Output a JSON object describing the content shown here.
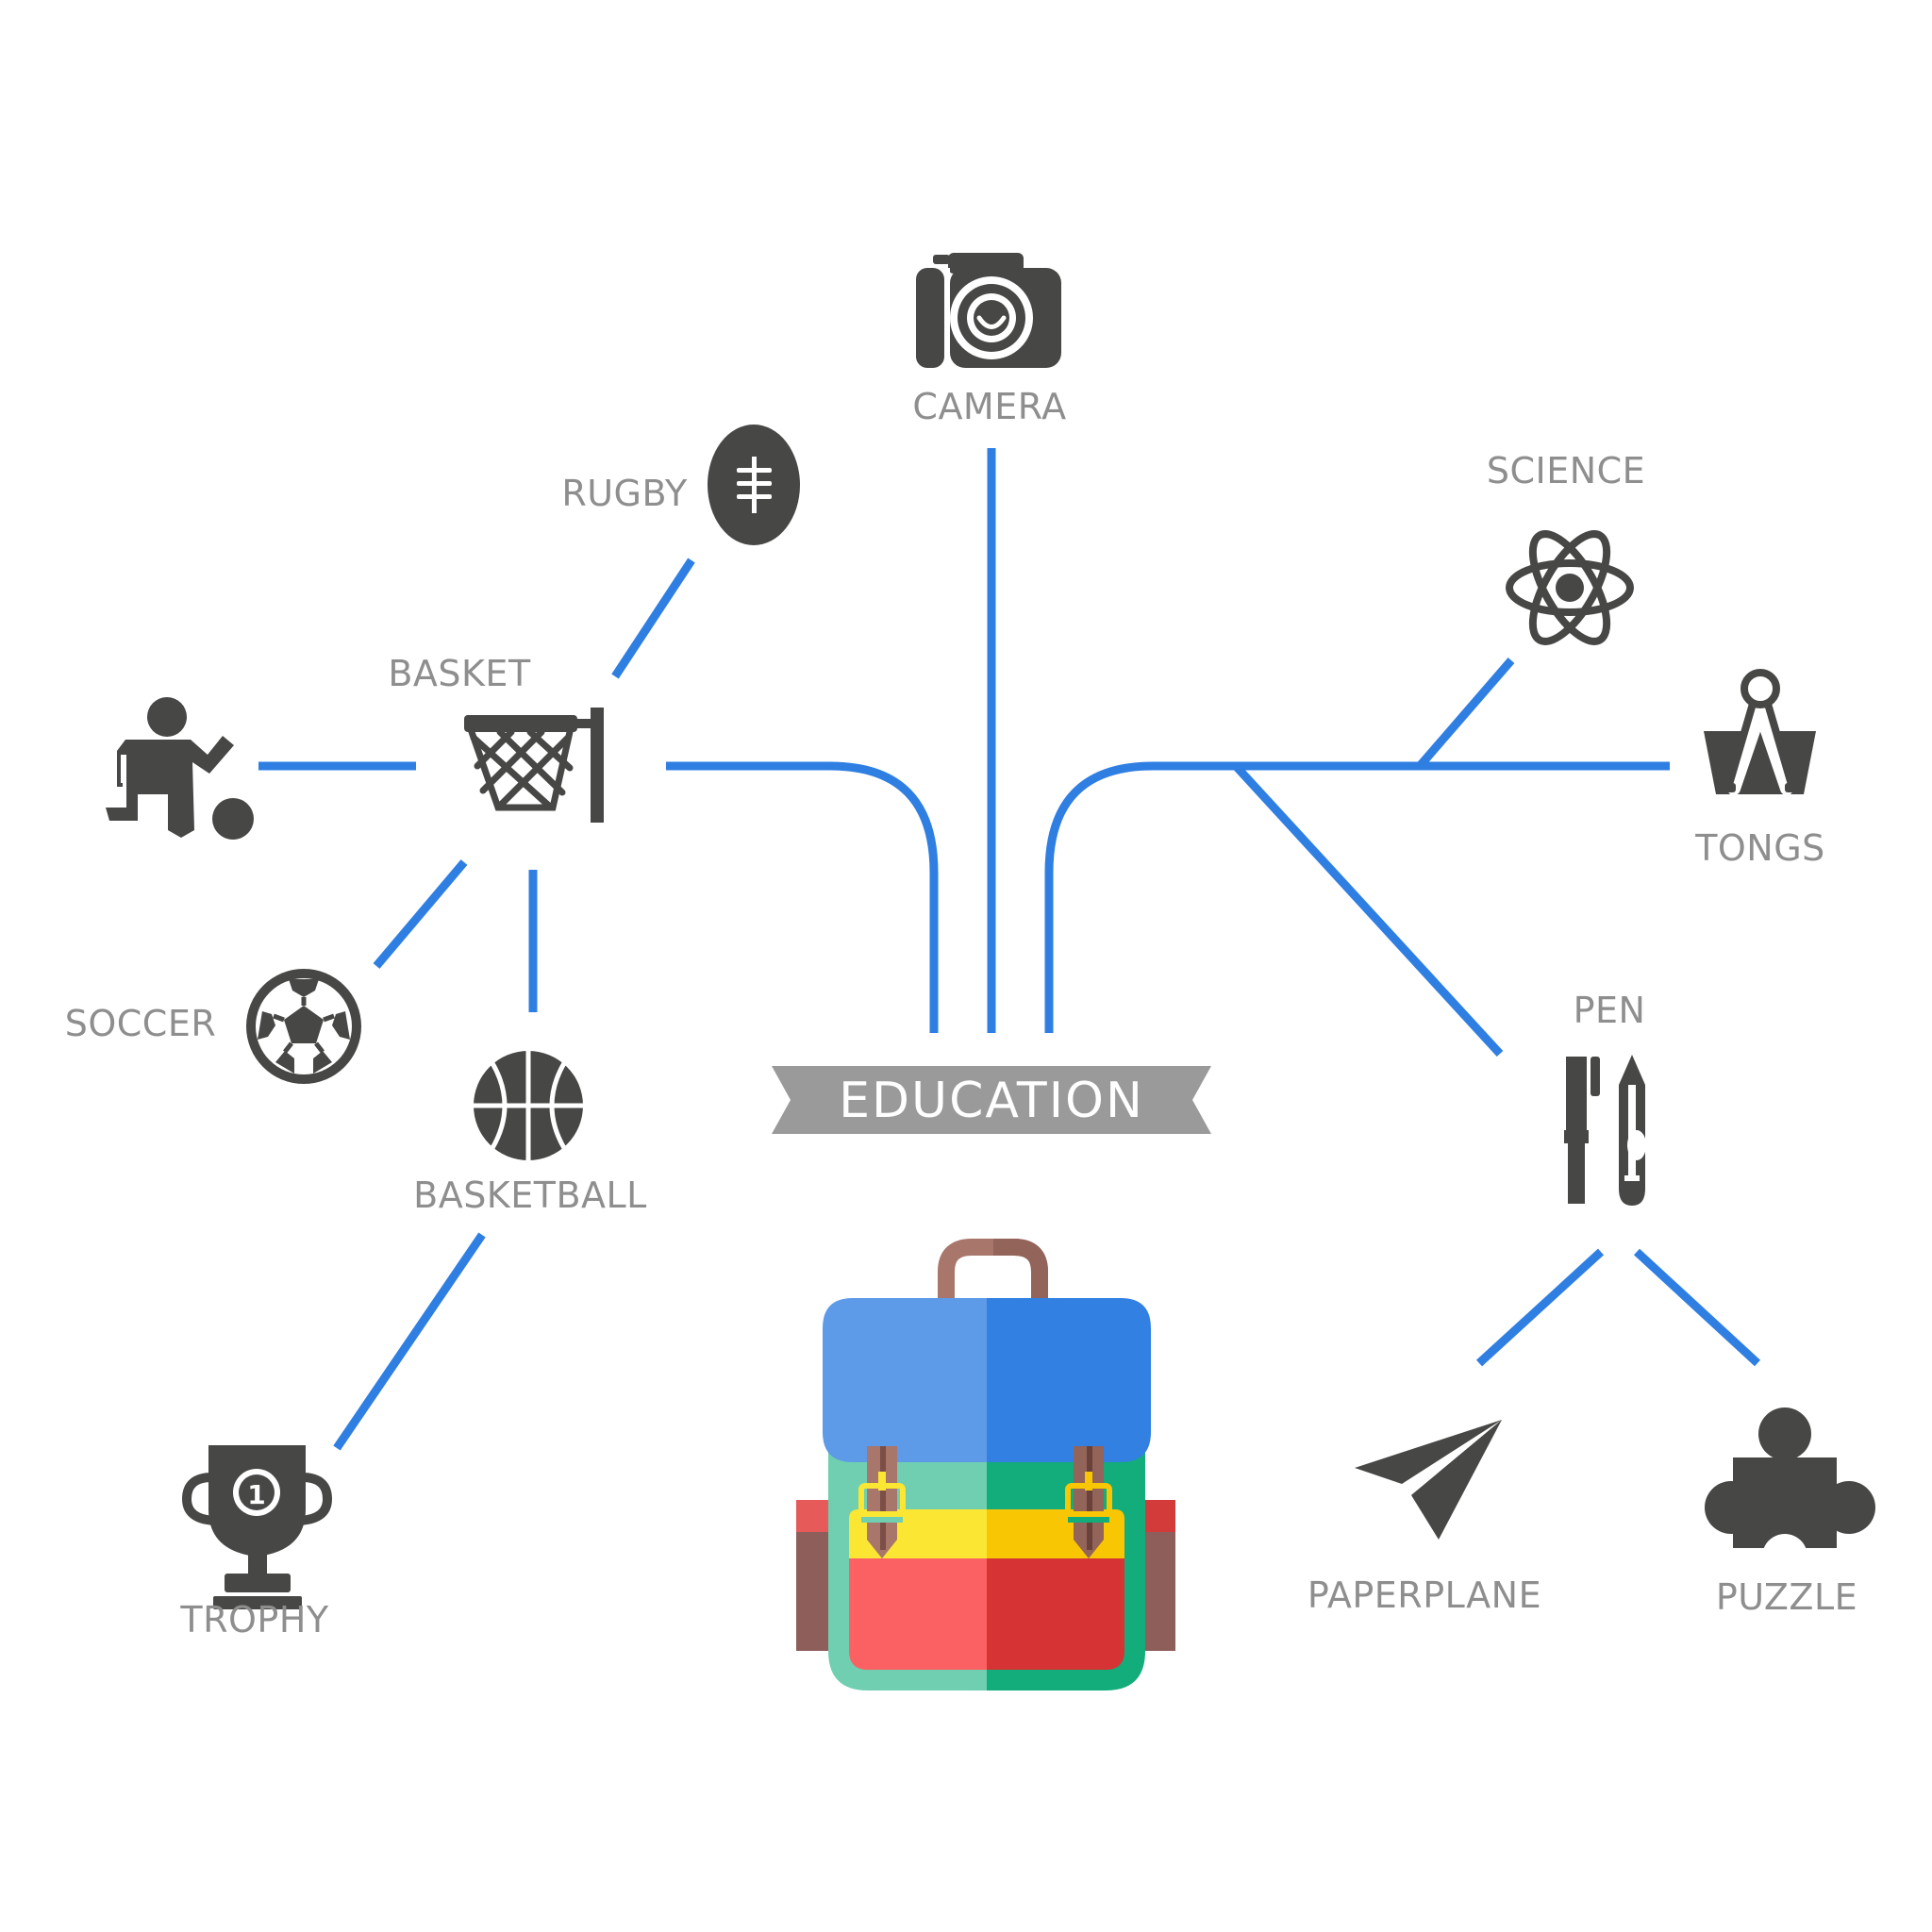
{
  "diagram": {
    "center_label": "EDUCATION",
    "colors": {
      "connector": "#2f7fe3",
      "icon": "#474745",
      "label": "#8e8e8e",
      "banner": "#9a9a9a"
    },
    "nodes": [
      {
        "id": "camera",
        "label": "CAMERA",
        "icon": "camera-icon"
      },
      {
        "id": "rugby",
        "label": "RUGBY",
        "icon": "rugby-ball-icon"
      },
      {
        "id": "basket",
        "label": "BASKET",
        "icon": "basketball-hoop-icon"
      },
      {
        "id": "player",
        "label": "",
        "icon": "soccer-player-icon"
      },
      {
        "id": "soccer",
        "label": "SOCCER",
        "icon": "soccer-ball-icon"
      },
      {
        "id": "basketball",
        "label": "BASKETBALL",
        "icon": "basketball-icon"
      },
      {
        "id": "trophy",
        "label": "TROPHY",
        "icon": "trophy-icon"
      },
      {
        "id": "science",
        "label": "SCIENCE",
        "icon": "atom-icon"
      },
      {
        "id": "tongs",
        "label": "TONGS",
        "icon": "binder-clip-icon"
      },
      {
        "id": "pen",
        "label": "PEN",
        "icon": "pen-icon"
      },
      {
        "id": "paperplane",
        "label": "PAPERPLANE",
        "icon": "paper-plane-icon"
      },
      {
        "id": "puzzle",
        "label": "PUZZLE",
        "icon": "puzzle-piece-icon"
      }
    ],
    "edges": [
      [
        "education",
        "camera"
      ],
      [
        "education",
        "basket"
      ],
      [
        "education",
        "science"
      ],
      [
        "education",
        "tongs"
      ],
      [
        "education",
        "pen"
      ],
      [
        "basket",
        "rugby"
      ],
      [
        "basket",
        "player"
      ],
      [
        "basket",
        "soccer"
      ],
      [
        "basket",
        "basketball"
      ],
      [
        "basketball",
        "trophy"
      ],
      [
        "pen",
        "paperplane"
      ],
      [
        "pen",
        "puzzle"
      ]
    ],
    "backpack_icon": "backpack-icon"
  }
}
